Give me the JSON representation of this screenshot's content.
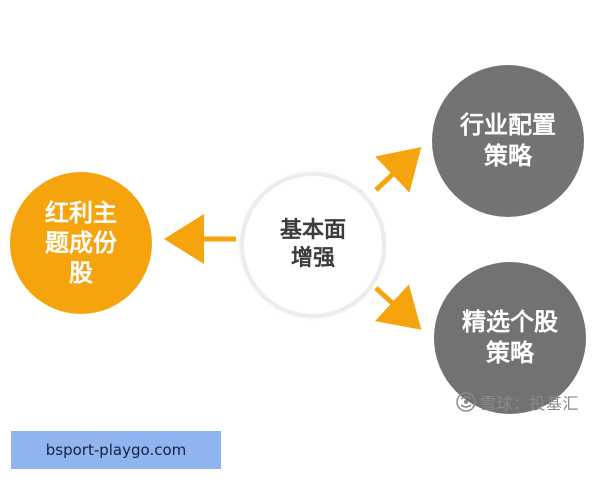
{
  "diagram": {
    "center_node": {
      "label": "基本面\n增强"
    },
    "left_node": {
      "label": "红利主\n题成份\n股"
    },
    "top_right_node": {
      "label": "行业配置\n策略"
    },
    "bottom_right_node": {
      "label": "精选个股\n策略"
    }
  },
  "colors": {
    "accent_orange": "#f5a40d",
    "node_gray": "#737373",
    "arrow_orange": "#f5a40d"
  },
  "watermark": {
    "icon": "xueqiu-logo-icon",
    "text": "雪球：投基汇"
  },
  "url_banner": {
    "text": "bsport-playgo.com"
  }
}
